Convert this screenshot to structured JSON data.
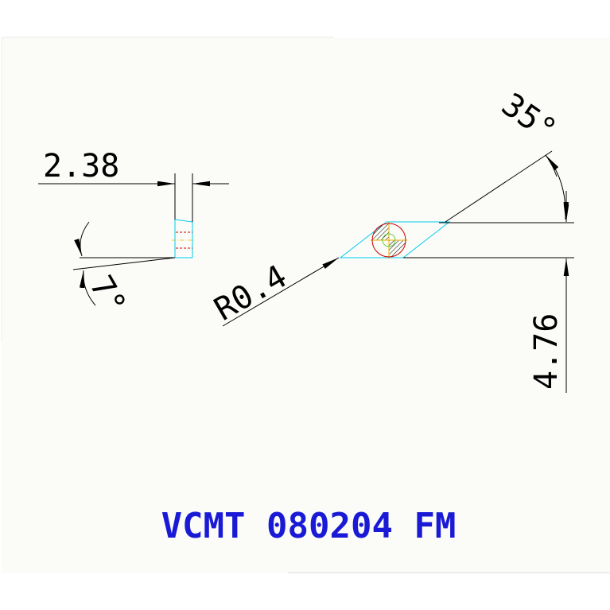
{
  "drawing": {
    "dim_thickness": "2.38",
    "dim_clearance_angle": "7°",
    "dim_corner_radius": "R0.4",
    "dim_included_angle": "35°",
    "dim_inscribed_circle": "4.76",
    "part_number": "VCMT 080204 FM"
  },
  "colors": {
    "background": "#fbfcf8",
    "dimension": "#000000",
    "outline": "#00ccee",
    "hole": "#cc0000",
    "hatch": "#000000",
    "title": "#1a1ad6"
  }
}
